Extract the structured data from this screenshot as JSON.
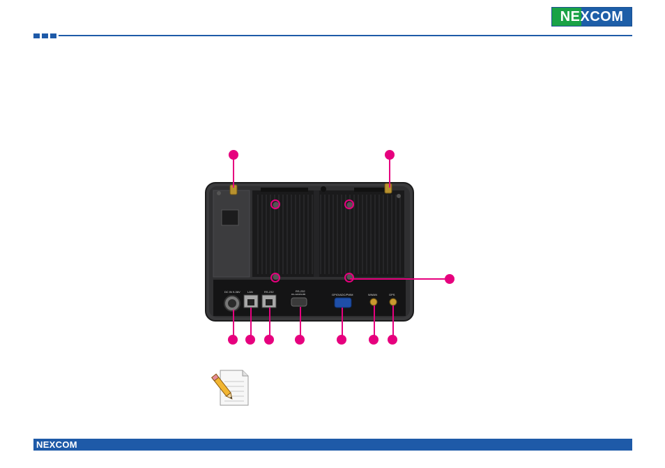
{
  "brand": {
    "name": "NEXCOM"
  },
  "footer": {
    "brand": "NEXCOM"
  },
  "device": {
    "port_labels": {
      "dc": "DC IN 9-36V",
      "lan": "LAN",
      "rs232_rj": "RS-232",
      "rs232_db": "RS-232",
      "rs232_db_sub": "RS-422/RS485",
      "vga": "GPIO/ADC/PWM",
      "wwan": "WWAN",
      "gps": "GPS"
    }
  },
  "colors": {
    "accent_blue": "#1e5aa8",
    "logo_green": "#19a246",
    "callout_magenta": "#e6007e"
  },
  "icons": {
    "note": "note-pencil-icon"
  }
}
